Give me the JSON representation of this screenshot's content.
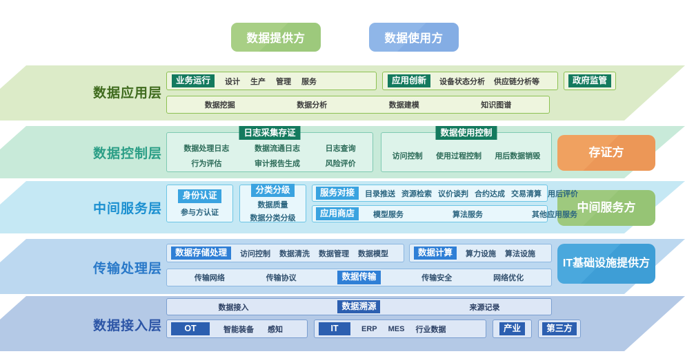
{
  "roles": {
    "provider": "数据提供方",
    "consumer": "数据使用方"
  },
  "side_actors": {
    "evidence": "存证方",
    "intermediary": "中间服务方",
    "it_infra_line1": "IT基础设施",
    "it_infra_line2": "提供方"
  },
  "layers": {
    "application": {
      "label": "数据应用层",
      "group_business": {
        "tag": "业务运行",
        "items": [
          "设计",
          "生产",
          "管理",
          "服务"
        ]
      },
      "group_innovation": {
        "tag": "应用创新",
        "items": [
          "设备状态分析",
          "供应链分析等"
        ]
      },
      "group_government": {
        "tag": "政府监管"
      },
      "row2": [
        "数据挖掘",
        "数据分析",
        "数据建模",
        "知识图谱"
      ]
    },
    "control": {
      "label": "数据控制层",
      "fieldset_log": {
        "legend": "日志采集存证",
        "columns": [
          [
            "数据处理日志",
            "行为评估"
          ],
          [
            "数据流通日志",
            "审计报告生成"
          ],
          [
            "日志查询",
            "风险评价"
          ]
        ]
      },
      "fieldset_usage": {
        "legend": "数据使用控制",
        "columns": [
          [
            "访问控制"
          ],
          [
            "使用过程控制"
          ],
          [
            "用后数据销毁"
          ]
        ]
      }
    },
    "middle_service": {
      "label": "中间服务层",
      "group_identity": {
        "tag": "身份认证",
        "items": [
          "参与方认证"
        ]
      },
      "group_classify": {
        "tag": "分类分级",
        "items": [
          "数据质量",
          "数据分类分级"
        ]
      },
      "group_docking": {
        "tag": "服务对接",
        "items": [
          "目录推送",
          "资源检索",
          "议价谈判",
          "合约达成",
          "交易清算",
          "用后评价"
        ]
      },
      "group_appstore": {
        "tag": "应用商店",
        "items": [
          "模型服务",
          "算法服务",
          "其他应用服务"
        ]
      }
    },
    "transmission": {
      "label": "传输处理层",
      "group_storage": {
        "tag": "数据存储处理",
        "items": [
          "访问控制",
          "数据清洗",
          "数据管理",
          "数据模型"
        ]
      },
      "group_compute": {
        "tag": "数据计算",
        "items": [
          "算力设施",
          "算法设施"
        ]
      },
      "row2": {
        "before": [
          "传输网络",
          "传输协议"
        ],
        "tag": "数据传输",
        "after": [
          "传输安全",
          "网络优化"
        ]
      }
    },
    "access": {
      "label": "数据接入层",
      "row1": {
        "before": [
          "数据接入"
        ],
        "tag": "数据溯源",
        "after": [
          "来源记录"
        ]
      },
      "group_ot": {
        "tag": "OT",
        "items": [
          "智能装备",
          "感知"
        ]
      },
      "group_it": {
        "tag": "IT",
        "items": [
          "ERP",
          "MES",
          "行业数据"
        ]
      },
      "group_industry": {
        "tag": "产业"
      },
      "group_thirdparty": {
        "tag": "第三方"
      }
    }
  },
  "colors": {
    "green_band": "#dcebc8",
    "teal_band": "#c8ead9",
    "cyan_band": "#c5e8f4",
    "blue_band": "#bcd8f0",
    "darkblue_band": "#b4c9e6",
    "green_tag": "#147a5e",
    "cyan_tag": "#3aa3e0",
    "blue_tag": "#2f7fd6",
    "darkblue_tag": "#2c5fb0",
    "orange_pill": "#f0a160"
  }
}
